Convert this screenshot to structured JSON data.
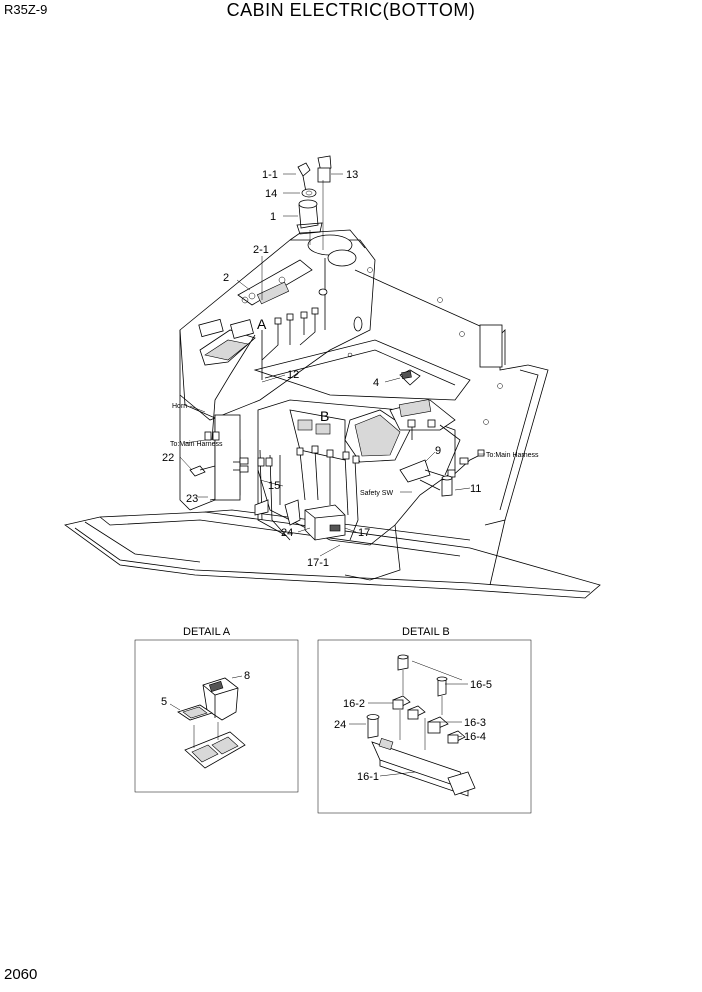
{
  "header": {
    "model": "R35Z-9",
    "title": "CABIN ELECTRIC(BOTTOM)"
  },
  "page_number": "2060",
  "callouts": {
    "c1_1": "1-1",
    "c13": "13",
    "c14": "14",
    "c1": "1",
    "c2_1": "2-1",
    "c2": "2",
    "cA": "A",
    "cB": "B",
    "c12": "12",
    "c4": "4",
    "c9": "9",
    "c11": "11",
    "c22": "22",
    "c23": "23",
    "c15": "15",
    "c24": "24",
    "c17": "17",
    "c17_1": "17-1"
  },
  "notes": {
    "horn": "Horn",
    "to_main_harness_left": "To:Main Harness",
    "to_main_harness_right": "To:Main Harness",
    "safety_sw": "Safety SW"
  },
  "detail_a": {
    "title": "DETAIL A",
    "c8": "8",
    "c5": "5"
  },
  "detail_b": {
    "title": "DETAIL B",
    "c16_5": "16-5",
    "c16_2": "16-2",
    "c16_3": "16-3",
    "c24": "24",
    "c16_4": "16-4",
    "c16_1": "16-1"
  }
}
